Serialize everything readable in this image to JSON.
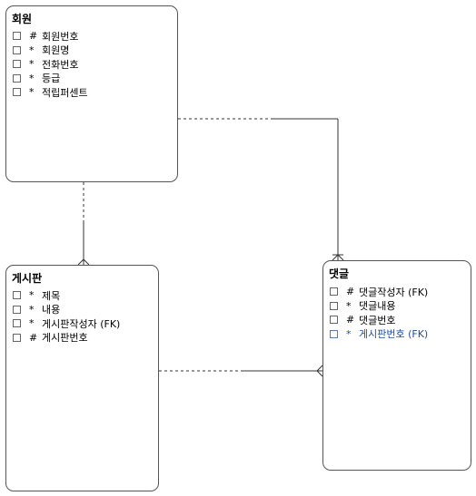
{
  "entities": {
    "member": {
      "title": "회원",
      "attributes": [
        {
          "symbol": "#",
          "name": "회원번호"
        },
        {
          "symbol": "*",
          "name": "회원명"
        },
        {
          "symbol": "*",
          "name": "전화번호"
        },
        {
          "symbol": "*",
          "name": "등급"
        },
        {
          "symbol": "*",
          "name": "적립퍼센트"
        }
      ]
    },
    "board": {
      "title": "게시판",
      "attributes": [
        {
          "symbol": "*",
          "name": "제목"
        },
        {
          "symbol": "*",
          "name": "내용"
        },
        {
          "symbol": "*",
          "name": "게시판작성자 (FK)"
        },
        {
          "symbol": "#",
          "name": "게시판번호"
        }
      ]
    },
    "comment": {
      "title": "댓글",
      "attributes": [
        {
          "symbol": "#",
          "name": "댓글작성자 (FK)"
        },
        {
          "symbol": "*",
          "name": "댓글내용"
        },
        {
          "symbol": "#",
          "name": "댓글번호"
        },
        {
          "symbol": "*",
          "name": "게시판번호 (FK)"
        }
      ]
    }
  },
  "colors": {
    "border": "#555555",
    "line": "#333333",
    "fk_highlight": "#1f4e99"
  }
}
